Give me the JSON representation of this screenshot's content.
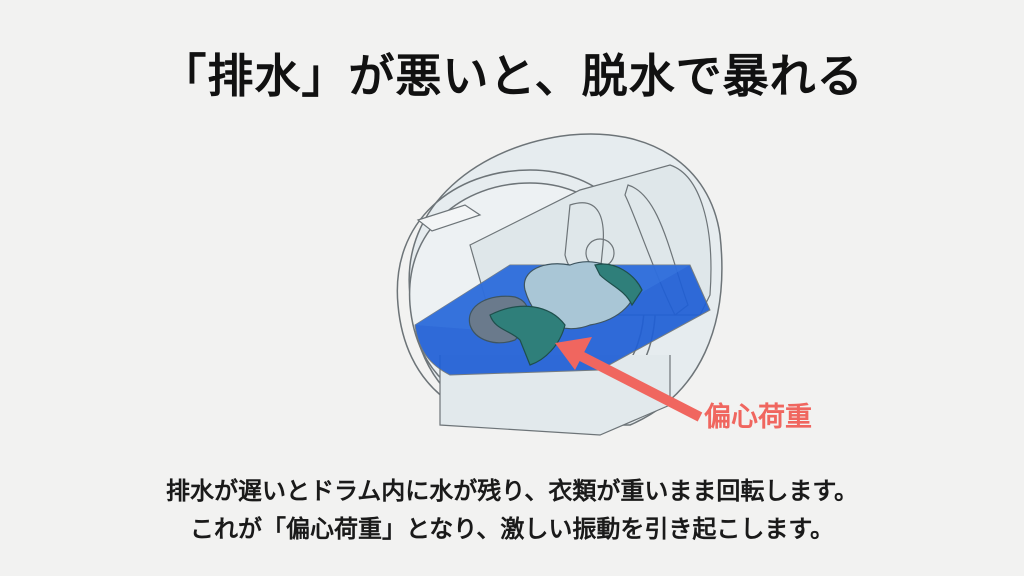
{
  "slide": {
    "title": "「排水」が悪いと、脱水で暴れる",
    "illustration": {
      "subject": "washing-machine-drum-cutaway",
      "water_color": "#1f5fd6",
      "clothes_colors": [
        "#a9c6d6",
        "#2f7f7a",
        "#6a7a8c"
      ],
      "drum_color": "#e4ebee"
    },
    "callout": {
      "label": "偏心荷重",
      "color": "#f0665f",
      "arrow_icon": "arrow-up-left"
    },
    "caption": {
      "line1": "排水が遅いとドラム内に水が残り、衣類が重いまま回転します。",
      "line2": "これが「偏心荷重」となり、激しい振動を引き起こします。"
    }
  }
}
